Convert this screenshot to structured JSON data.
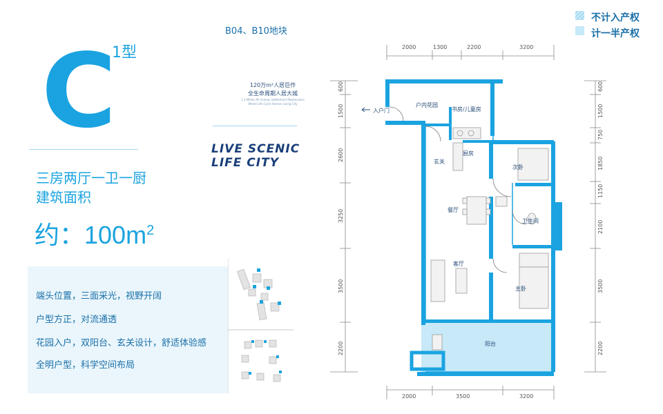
{
  "unit": {
    "letter": "C",
    "suffix": "1型",
    "plot": "B04、B10地块"
  },
  "description": {
    "line1": "三房两厅一卫一厨",
    "line2": "建筑面积",
    "area_prefix": "约：100m",
    "area_sup": "2"
  },
  "slogan": {
    "line1": "120万m²人居巨作",
    "line2": "全生命周期人居大城",
    "fineprint1": "1.2 Million M² Human Settlement Masterpiece",
    "fineprint2": "Whole Life Cycle Human Living City"
  },
  "logo": {
    "line1": "LIVE SCENIC",
    "line2": "LIFE CITY"
  },
  "features": [
    "端头位置，三面采光，视野开阔",
    "户型方正，对流通透",
    "花园入户，双阳台、玄关设计，舒适体验感",
    "全明户型，科学空间布局"
  ],
  "legend": [
    {
      "label": "不计入产权",
      "color": "#8fd0ee",
      "pattern": "hatch"
    },
    {
      "label": "计一半产权",
      "color": "#c7e9f8",
      "pattern": "solid"
    }
  ],
  "dims": {
    "top": [
      "2000",
      "1300",
      "2200",
      "3200"
    ],
    "bottom": [
      "2000",
      "3500",
      "3200"
    ],
    "left": [
      "600",
      "1500",
      "2600",
      "3250",
      "3500",
      "2200"
    ],
    "right": [
      "600",
      "1500",
      "750",
      "1850",
      "1150",
      "2100",
      "3500",
      "2200"
    ]
  },
  "rooms": {
    "entry_door": "入户门",
    "garden": "户内花园",
    "study": "书房/儿童房",
    "kitchen": "厨房",
    "foyer": "玄关",
    "bedroom2": "次卧",
    "dining": "餐厅",
    "bath": "卫生间",
    "living": "客厅",
    "master": "主卧",
    "balcony": "阳台"
  },
  "colors": {
    "accent": "#1aa3e0",
    "wall": "#1aa3e0",
    "balcony_fill": "#c7e9f8",
    "navy": "#1a3f7a"
  }
}
